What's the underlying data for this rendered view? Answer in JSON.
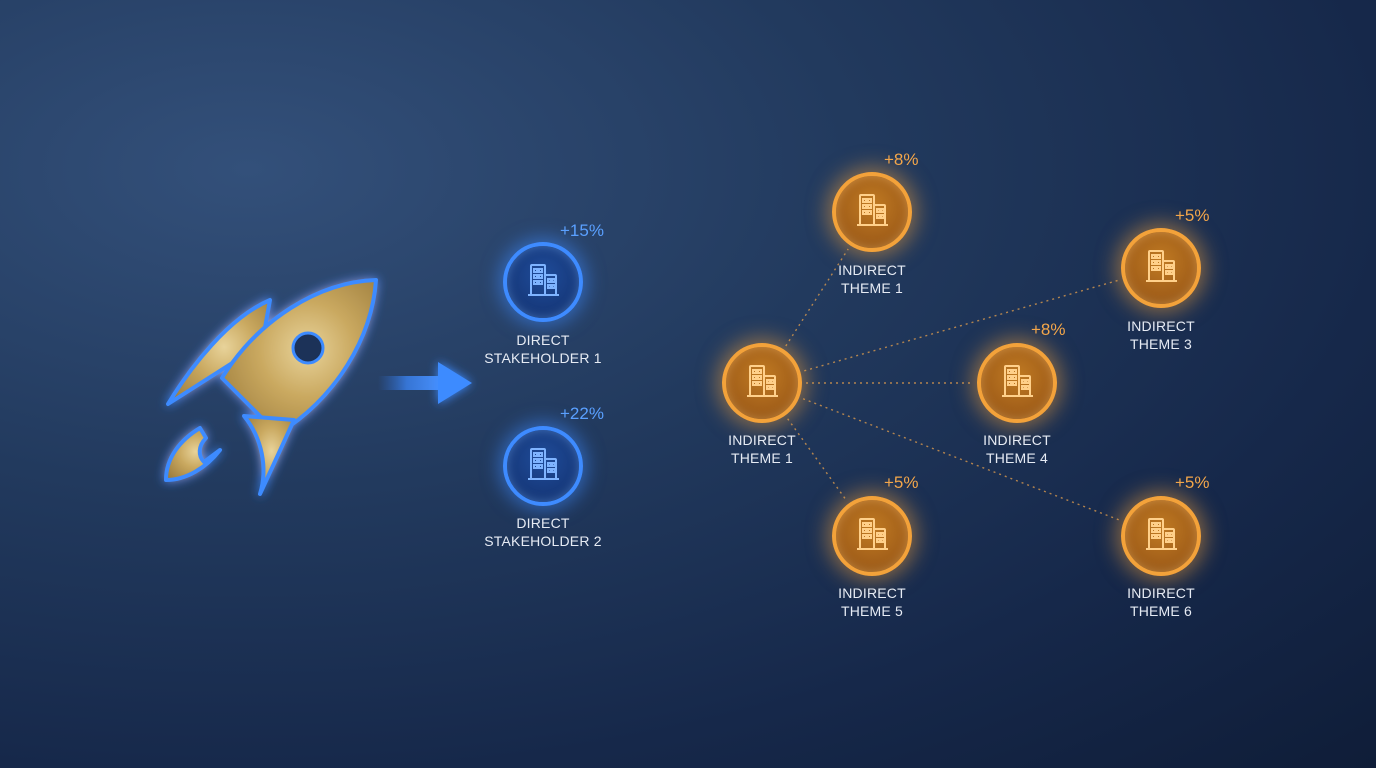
{
  "colors": {
    "background": "#1a2d50",
    "direct_accent": "#3e8bff",
    "indirect_accent": "#f3a23a",
    "divider": "#c8904a",
    "rocket_gold": "#c8a85e"
  },
  "icons": {
    "launch": "rocket-icon",
    "flow": "arrow-right-icon",
    "node": "building-icon"
  },
  "direct": [
    {
      "label_line1": "DIRECT",
      "label_line2": "STAKEHOLDER 1",
      "change": "+15%"
    },
    {
      "label_line1": "DIRECT",
      "label_line2": "STAKEHOLDER 2",
      "change": "+22%"
    }
  ],
  "indirect": [
    {
      "label_line1": "INDIRECT",
      "label_line2": "THEME 1",
      "change": "+8%"
    },
    {
      "label_line1": "INDIRECT",
      "label_line2": "THEME 3",
      "change": "+5%"
    },
    {
      "label_line1": "INDIRECT",
      "label_line2": "THEME 1",
      "change": ""
    },
    {
      "label_line1": "INDIRECT",
      "label_line2": "THEME 4",
      "change": "+8%"
    },
    {
      "label_line1": "INDIRECT",
      "label_line2": "THEME 5",
      "change": "+5%"
    },
    {
      "label_line1": "INDIRECT",
      "label_line2": "THEME 6",
      "change": "+5%"
    }
  ],
  "links": [
    {
      "from": "INDIRECT THEME 1 (center)",
      "to": "INDIRECT THEME 1 (top)"
    },
    {
      "from": "INDIRECT THEME 1 (center)",
      "to": "INDIRECT THEME 3"
    },
    {
      "from": "INDIRECT THEME 1 (center)",
      "to": "INDIRECT THEME 4"
    },
    {
      "from": "INDIRECT THEME 1 (center)",
      "to": "INDIRECT THEME 5"
    },
    {
      "from": "INDIRECT THEME 1 (center)",
      "to": "INDIRECT THEME 6"
    }
  ]
}
